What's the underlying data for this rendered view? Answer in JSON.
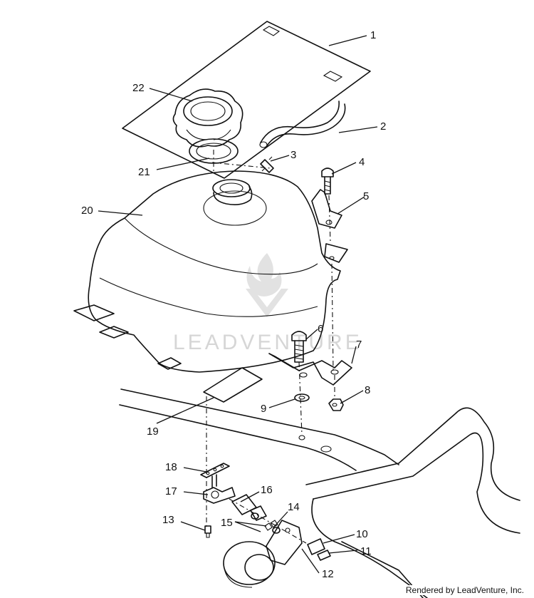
{
  "callouts": [
    {
      "id": "1",
      "label": "1"
    },
    {
      "id": "2",
      "label": "2"
    },
    {
      "id": "3",
      "label": "3"
    },
    {
      "id": "4",
      "label": "4"
    },
    {
      "id": "5",
      "label": "5"
    },
    {
      "id": "6",
      "label": "6"
    },
    {
      "id": "7",
      "label": "7"
    },
    {
      "id": "8",
      "label": "8"
    },
    {
      "id": "9",
      "label": "9"
    },
    {
      "id": "10",
      "label": "10"
    },
    {
      "id": "11",
      "label": "11"
    },
    {
      "id": "12",
      "label": "12"
    },
    {
      "id": "13",
      "label": "13"
    },
    {
      "id": "14",
      "label": "14"
    },
    {
      "id": "15",
      "label": "15"
    },
    {
      "id": "16",
      "label": "16"
    },
    {
      "id": "17",
      "label": "17"
    },
    {
      "id": "18",
      "label": "18"
    },
    {
      "id": "19",
      "label": "19"
    },
    {
      "id": "20",
      "label": "20"
    },
    {
      "id": "21",
      "label": "21"
    },
    {
      "id": "22",
      "label": "22"
    }
  ],
  "watermark": {
    "text": "LEADVENTURE"
  },
  "credit": {
    "text": "Rendered by LeadVenture, Inc."
  },
  "colors": {
    "line": "#111111",
    "watermark": "#d6d6d6",
    "background": "#ffffff"
  }
}
